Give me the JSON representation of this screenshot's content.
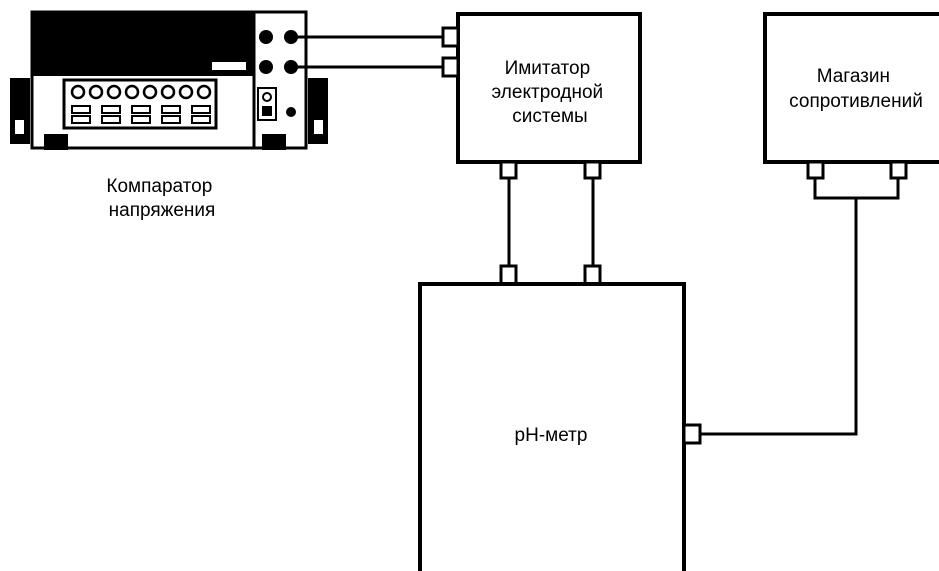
{
  "comparator": {
    "label_lines": [
      "Компаратор",
      "напряжения"
    ]
  },
  "simulator": {
    "label_lines": [
      "Имитатор",
      "электродной",
      "системы"
    ]
  },
  "resistance_box": {
    "label_lines": [
      "Магазин",
      "сопротивлений"
    ]
  },
  "ph_meter": {
    "label": "pH-метр"
  },
  "colors": {
    "line": "#000000",
    "background": "#ffffff"
  }
}
